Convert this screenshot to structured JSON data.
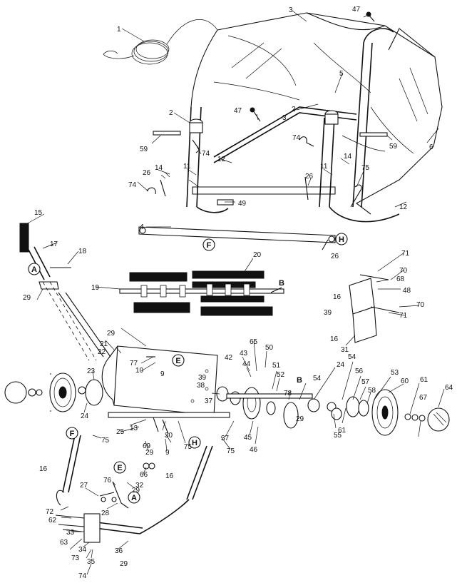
{
  "figure": {
    "callouts": [
      "1",
      "2",
      "2",
      "3",
      "3",
      "4",
      "5",
      "6",
      "11",
      "11",
      "12",
      "12",
      "13",
      "14",
      "14",
      "15",
      "16",
      "16",
      "16",
      "16",
      "17",
      "18",
      "19",
      "20",
      "21",
      "22",
      "23",
      "24",
      "24",
      "25",
      "26",
      "26",
      "26",
      "27",
      "28",
      "29",
      "29",
      "29",
      "29",
      "29",
      "29",
      "30",
      "31",
      "32",
      "33",
      "34",
      "35",
      "36",
      "37",
      "37",
      "38",
      "39",
      "39",
      "42",
      "43",
      "44",
      "45",
      "46",
      "47",
      "47",
      "48",
      "49",
      "50",
      "51",
      "52",
      "53",
      "54",
      "54",
      "55",
      "56",
      "57",
      "58",
      "59",
      "59",
      "60",
      "61",
      "61",
      "62",
      "63",
      "64",
      "65",
      "66",
      "67",
      "68",
      "69",
      "70",
      "70",
      "71",
      "71",
      "72",
      "73",
      "74",
      "74",
      "74",
      "74",
      "75",
      "75",
      "75",
      "75",
      "76",
      "77",
      "78",
      "9",
      "9",
      "10"
    ],
    "reference_letters": [
      "A",
      "A",
      "B",
      "B",
      "E",
      "E",
      "F",
      "F",
      "H",
      "H"
    ]
  }
}
